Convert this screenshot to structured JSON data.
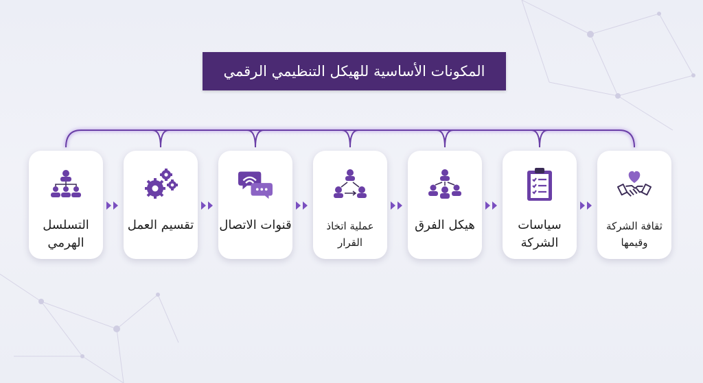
{
  "title": "المكونات الأساسية للهيكل التنظيمي الرقمي",
  "accent_color": "#4b2a73",
  "icon_color": "#6a3fa6",
  "components": [
    {
      "label": "ثقافة الشركة وقيمها",
      "icon": "handshake-heart-icon"
    },
    {
      "label": "سياسات الشركة",
      "icon": "clipboard-checklist-icon"
    },
    {
      "label": "هيكل الفرق",
      "icon": "team-structure-icon"
    },
    {
      "label": "عملية اتخاذ القرار",
      "icon": "decision-flow-icon"
    },
    {
      "label": "قنوات الاتصال",
      "icon": "chat-wifi-icon"
    },
    {
      "label": "تقسيم العمل",
      "icon": "gears-icon"
    },
    {
      "label": "التسلسل الهرمي",
      "icon": "hierarchy-icon"
    }
  ]
}
